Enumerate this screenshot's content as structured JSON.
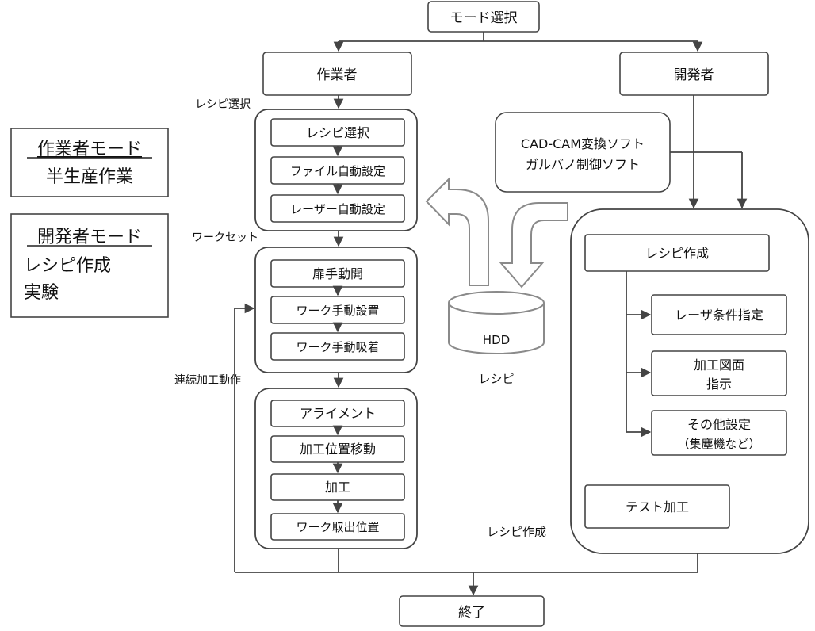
{
  "top": {
    "mode_select": "モード選択"
  },
  "branches": {
    "operator": "作業者",
    "developer": "開発者"
  },
  "side_labels": {
    "recipe_select": "レシピ選択",
    "work_set": "ワークセット",
    "continuous": "連続加工動作",
    "hdd_caption": "レシピ",
    "recipe_create": "レシピ作成"
  },
  "legend": {
    "operator_mode": {
      "title": "作業者モード",
      "line2": "半生産作業"
    },
    "developer_mode": {
      "title": "開発者モード",
      "line2": "レシピ作成",
      "line3": "実験"
    }
  },
  "group1": [
    "レシピ選択",
    "ファイル自動設定",
    "レーザー自動設定"
  ],
  "group2": [
    "扉手動開",
    "ワーク手動設置",
    "ワーク手動吸着"
  ],
  "group3": [
    "アライメント",
    "加工位置移動",
    "加工",
    "ワーク取出位置"
  ],
  "software": {
    "line1": "CAD-CAM変換ソフト",
    "line2": "ガルバノ制御ソフト"
  },
  "hdd": {
    "label": "HDD"
  },
  "developer_panel": {
    "recipe_create": "レシピ作成",
    "laser_condition": "レーザ条件指定",
    "drawing": {
      "line1": "加工図面",
      "line2": "指示"
    },
    "other": {
      "line1": "その他設定",
      "line2": "（集塵機など）"
    },
    "test": "テスト加工"
  },
  "end": {
    "label": "終了"
  }
}
